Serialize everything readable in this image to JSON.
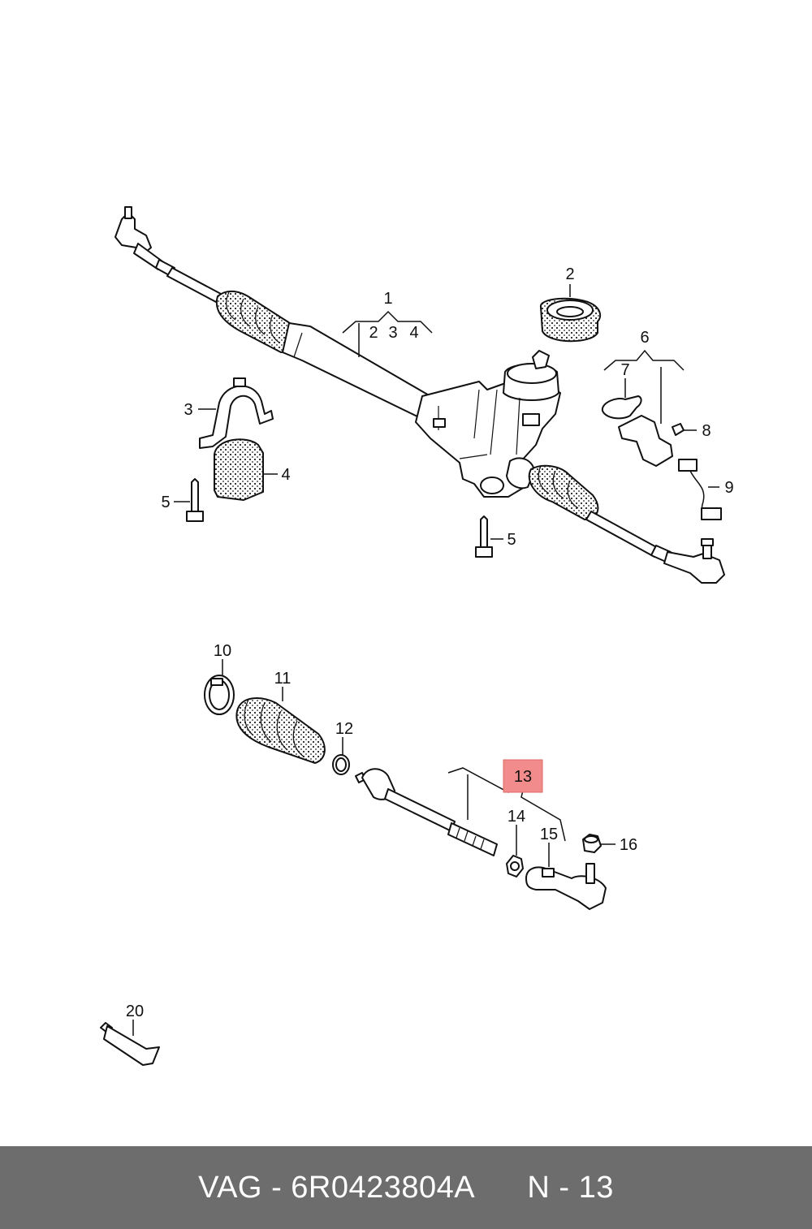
{
  "diagram": {
    "callouts": {
      "c1": "1",
      "c2": "2",
      "c3": "3",
      "c4": "4",
      "c5a": "5",
      "c5b": "5",
      "c6": "6",
      "c7": "7",
      "c8": "8",
      "c9": "9",
      "c10": "10",
      "c11": "11",
      "c12": "12",
      "c13": "13",
      "c14": "14",
      "c15": "15",
      "c16": "16",
      "c20": "20",
      "g2": "2",
      "g3": "3",
      "g4": "4"
    },
    "highlight_color": "#f28b8b"
  },
  "footer": {
    "brand": "VAG",
    "separator": "-",
    "part_number": "6R0423804A",
    "position_label": "N",
    "position_separator": "-",
    "position_number": "13",
    "background": "#6d6d6d"
  }
}
